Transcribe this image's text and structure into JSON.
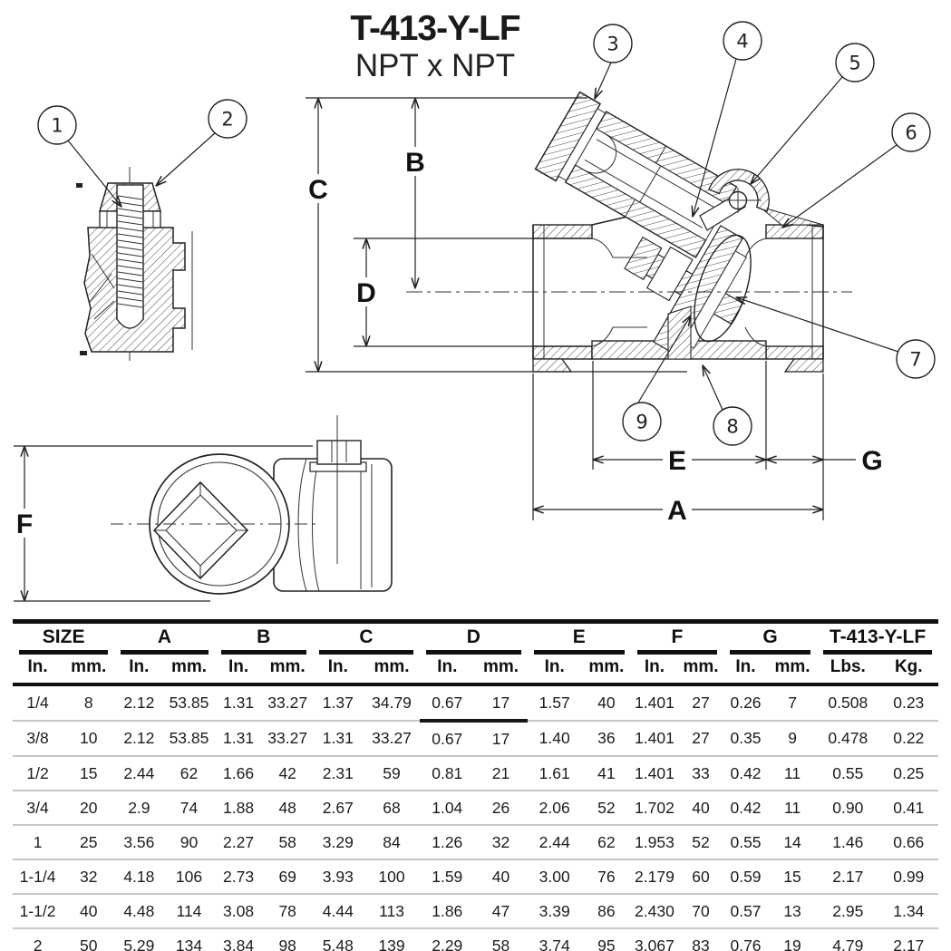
{
  "drawing": {
    "title": "T-413-Y-LF",
    "subtitle": "NPT x NPT",
    "dimension_labels": [
      "A",
      "B",
      "C",
      "D",
      "E",
      "F",
      "G"
    ],
    "callout_numbers": [
      "1",
      "2",
      "3",
      "4",
      "5",
      "6",
      "7",
      "8",
      "9"
    ]
  },
  "table": {
    "groups": [
      {
        "label": "SIZE",
        "cols": [
          "In.",
          "mm."
        ]
      },
      {
        "label": "A",
        "cols": [
          "In.",
          "mm."
        ]
      },
      {
        "label": "B",
        "cols": [
          "In.",
          "mm."
        ]
      },
      {
        "label": "C",
        "cols": [
          "In.",
          "mm."
        ]
      },
      {
        "label": "D",
        "cols": [
          "In.",
          "mm."
        ]
      },
      {
        "label": "E",
        "cols": [
          "In.",
          "mm."
        ]
      },
      {
        "label": "F",
        "cols": [
          "In.",
          "mm."
        ]
      },
      {
        "label": "G",
        "cols": [
          "In.",
          "mm."
        ]
      },
      {
        "label": "T-413-Y-LF",
        "cols": [
          "Lbs.",
          "Kg."
        ]
      }
    ],
    "rows": [
      [
        "1/4",
        "8",
        "2.12",
        "53.85",
        "1.31",
        "33.27",
        "1.37",
        "34.79",
        "0.67",
        "17",
        "1.57",
        "40",
        "1.401",
        "27",
        "0.26",
        "7",
        "0.508",
        "0.23"
      ],
      [
        "3/8",
        "10",
        "2.12",
        "53.85",
        "1.31",
        "33.27",
        "1.31",
        "33.27",
        "0.67",
        "17",
        "1.40",
        "36",
        "1.401",
        "27",
        "0.35",
        "9",
        "0.478",
        "0.22"
      ],
      [
        "1/2",
        "15",
        "2.44",
        "62",
        "1.66",
        "42",
        "2.31",
        "59",
        "0.81",
        "21",
        "1.61",
        "41",
        "1.401",
        "33",
        "0.42",
        "11",
        "0.55",
        "0.25"
      ],
      [
        "3/4",
        "20",
        "2.9",
        "74",
        "1.88",
        "48",
        "2.67",
        "68",
        "1.04",
        "26",
        "2.06",
        "52",
        "1.702",
        "40",
        "0.42",
        "11",
        "0.90",
        "0.41"
      ],
      [
        "1",
        "25",
        "3.56",
        "90",
        "2.27",
        "58",
        "3.29",
        "84",
        "1.26",
        "32",
        "2.44",
        "62",
        "1.953",
        "52",
        "0.55",
        "14",
        "1.46",
        "0.66"
      ],
      [
        "1-1/4",
        "32",
        "4.18",
        "106",
        "2.73",
        "69",
        "3.93",
        "100",
        "1.59",
        "40",
        "3.00",
        "76",
        "2.179",
        "60",
        "0.59",
        "15",
        "2.17",
        "0.99"
      ],
      [
        "1-1/2",
        "40",
        "4.48",
        "114",
        "3.08",
        "78",
        "4.44",
        "113",
        "1.86",
        "47",
        "3.39",
        "86",
        "2.430",
        "70",
        "0.57",
        "13",
        "2.95",
        "1.34"
      ],
      [
        "2",
        "50",
        "5.29",
        "134",
        "3.84",
        "98",
        "5.48",
        "139",
        "2.29",
        "58",
        "3.74",
        "95",
        "3.067",
        "83",
        "0.76",
        "19",
        "4.79",
        "2.17"
      ]
    ]
  }
}
